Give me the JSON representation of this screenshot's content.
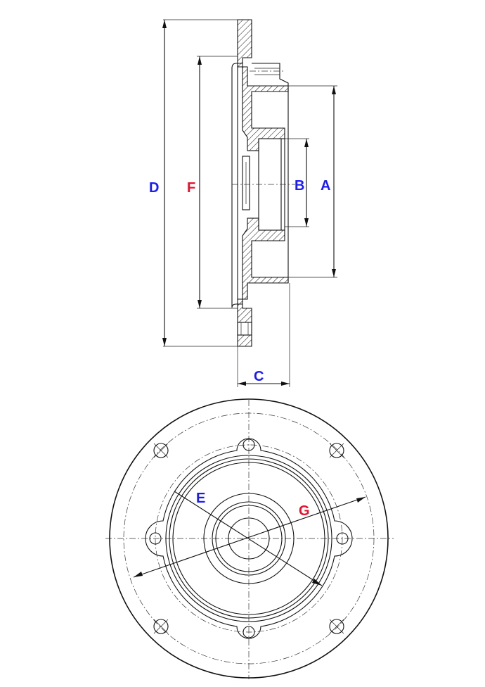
{
  "labels": {
    "A": "A",
    "B": "B",
    "C": "C",
    "D": "D",
    "E": "E",
    "F": "F",
    "G": "G"
  },
  "colors": {
    "blue": "#1a1aff",
    "red": "#e8102a",
    "line": "#111111"
  }
}
